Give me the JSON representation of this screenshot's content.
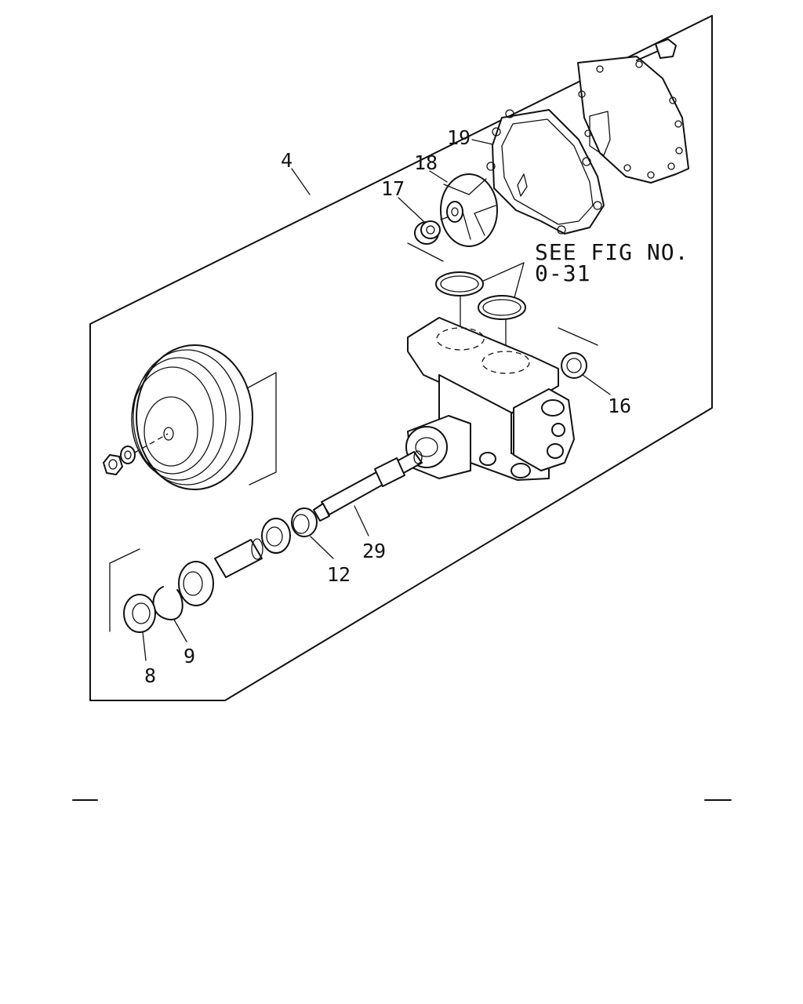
{
  "callouts": {
    "assembly": "4",
    "impeller": "18",
    "gasket": "19",
    "seal": "17",
    "rear_seal": "16",
    "shaft": "29",
    "bearing_spacer": "12",
    "snap_ring": "9",
    "oil_seal": "8"
  },
  "reference_note": {
    "line1": "SEE FIG NO.",
    "line2": "0-31"
  }
}
